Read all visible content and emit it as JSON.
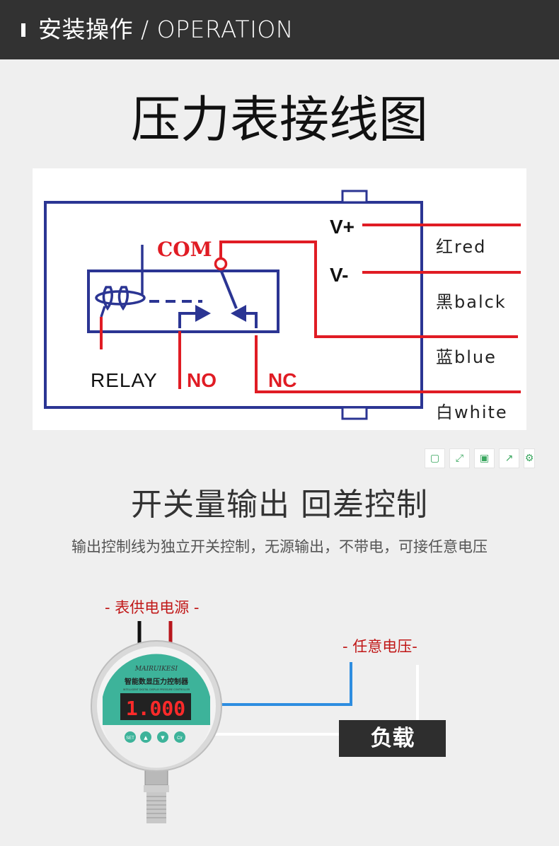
{
  "header": {
    "title": "安装操作 / OPERATION"
  },
  "main_title": "压力表接线图",
  "wiring": {
    "com_label": "COM",
    "relay_label": "RELAY",
    "no_label": "NO",
    "nc_label": "NC",
    "v_plus": "V+",
    "v_minus": "V-",
    "wire_red": "红red",
    "wire_black": "黑balck",
    "wire_blue": "蓝blue",
    "wire_white": "白white",
    "colors": {
      "frame": "#2b3593",
      "wire": "#e01c24"
    }
  },
  "toolbar": {
    "icons": [
      "copy-icon",
      "expand-icon",
      "save-icon",
      "share-icon",
      "settings-icon"
    ]
  },
  "section": {
    "title": "开关量输出 回差控制",
    "subtitle": "输出控制线为独立开关控制，无源输出，不带电，可接任意电压"
  },
  "bottom": {
    "power_label": "- 表供电电源 -",
    "voltage_label": "- 任意电压-",
    "load_label": "负载",
    "gauge": {
      "brand": "MAIRUIKESI",
      "name": "智能数显压力控制器",
      "name_en": "INTELLIGENT DIGITAL DISPLAY PRESSURE CONTROLLER",
      "reading": "1.000",
      "buttons": [
        "SET",
        "▲",
        "▼",
        "Clr"
      ]
    }
  }
}
